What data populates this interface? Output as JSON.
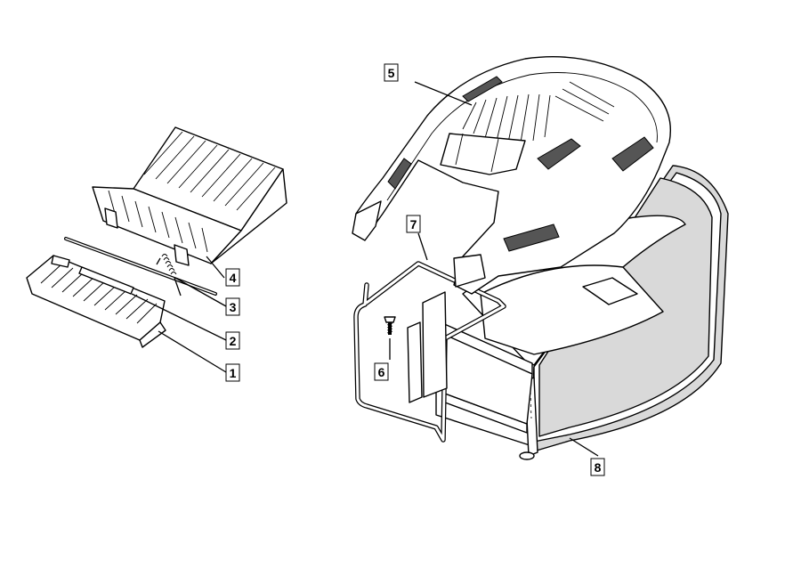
{
  "diagram": {
    "callouts": [
      {
        "id": "1",
        "label": "1"
      },
      {
        "id": "2",
        "label": "2"
      },
      {
        "id": "3",
        "label": "3"
      },
      {
        "id": "4",
        "label": "4"
      },
      {
        "id": "5",
        "label": "5"
      },
      {
        "id": "6",
        "label": "6"
      },
      {
        "id": "7",
        "label": "7"
      },
      {
        "id": "8",
        "label": "8"
      }
    ],
    "colors": {
      "line": "#000000",
      "fabric": "#d9d9d9",
      "background": "#ffffff"
    }
  }
}
